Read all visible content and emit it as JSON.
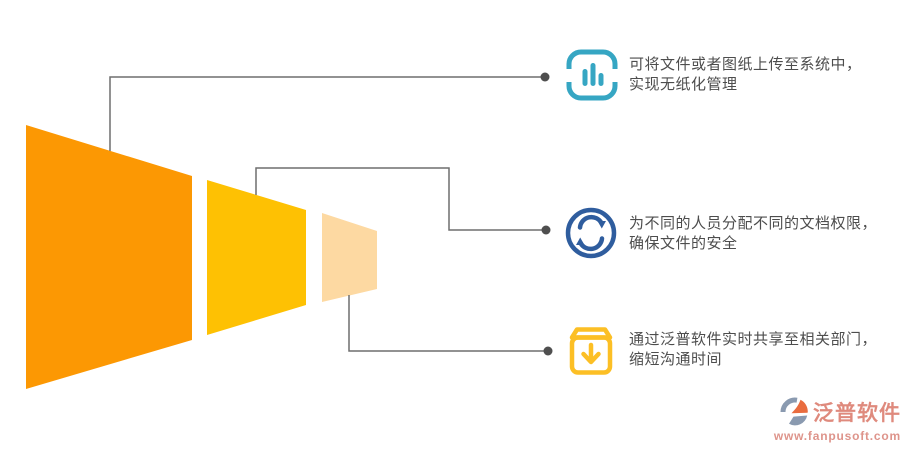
{
  "funnel": {
    "stages": [
      {
        "name": "funnel-stage-1"
      },
      {
        "name": "funnel-stage-2"
      },
      {
        "name": "funnel-stage-3"
      }
    ]
  },
  "callouts": [
    {
      "icon": "bar-chart-upload-icon",
      "line1": "可将文件或者图纸上传至系统中，",
      "line2": "实现无纸化管理"
    },
    {
      "icon": "sync-icon",
      "line1": "为不同的人员分配不同的文档权限，",
      "line2": "确保文件的安全"
    },
    {
      "icon": "box-download-icon",
      "line1": "通过泛普软件实时共享至相关部门，",
      "line2": "缩短沟通时间"
    }
  ],
  "logo": {
    "title": "泛普软件",
    "url": "www.fanpusoft.com"
  },
  "colors": {
    "funnel1": "#FC9803",
    "funnel2": "#FEC103",
    "funnel3": "#FDD9A2",
    "connector": "#6f6f6f",
    "dot": "#4f4f4f",
    "text": "#4d4d4d",
    "icon1": "#36A6C3",
    "icon2": "#2F5D9E",
    "icon3": "#FCBF25",
    "logotext": "#DF8A7D",
    "logourl": "#DE948B",
    "markblue": "#8A9AB0",
    "markorange": "#E96C3F"
  }
}
